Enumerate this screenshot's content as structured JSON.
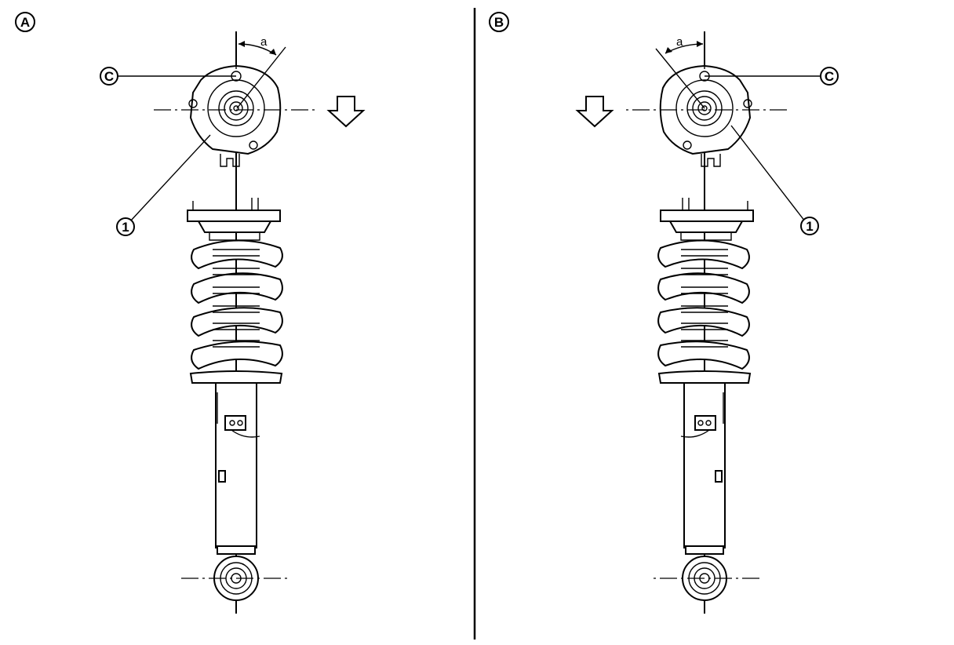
{
  "view_left": {
    "label": "A"
  },
  "view_right": {
    "label": "B"
  },
  "callouts": {
    "part_1": "1",
    "part_c": "C"
  },
  "angle_label": "a",
  "icons": [
    "front-direction-arrow-icon",
    "circle-label-icon"
  ]
}
